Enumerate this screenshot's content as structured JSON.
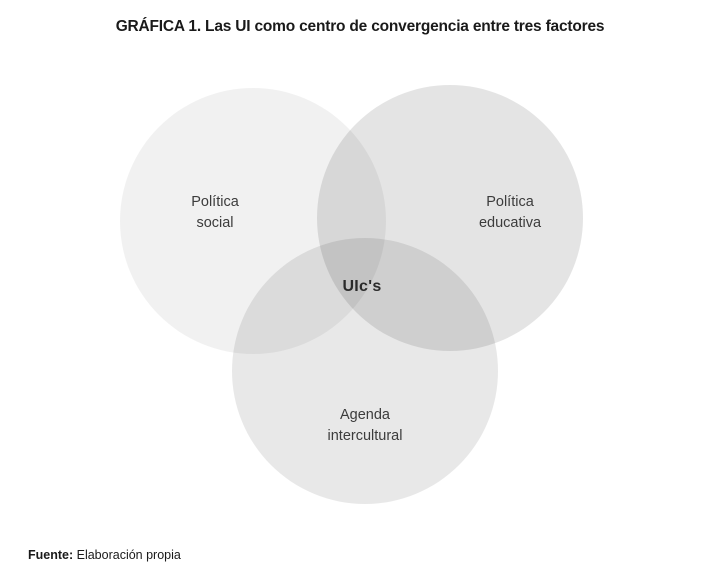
{
  "title": {
    "prefix": "GRÁFICA 1.",
    "text": " Las UI como centro de convergencia entre tres factores"
  },
  "diagram": {
    "type": "venn",
    "center_label": "UIc's",
    "circles": [
      {
        "id": "politica-social",
        "label": "Política social",
        "lines": [
          "Política",
          "social"
        ],
        "fill": "#f1f1f1"
      },
      {
        "id": "politica-educativa",
        "label": "Política educativa",
        "lines": [
          "Política",
          "educativa"
        ],
        "fill": "#e5e5e5"
      },
      {
        "id": "agenda-intercultural",
        "label": "Agenda intercultural",
        "lines": [
          "Agenda",
          "intercultural"
        ],
        "fill": "#e8e8e8"
      }
    ]
  },
  "source": {
    "prefix": "Fuente:",
    "text": " Elaboración propia"
  }
}
